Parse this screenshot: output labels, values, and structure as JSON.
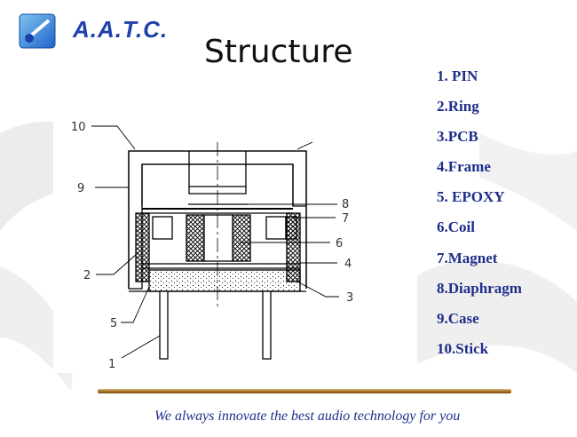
{
  "brand": {
    "name": "A.A.T.C."
  },
  "slide": {
    "title": "Structure"
  },
  "legend": [
    "1. PIN",
    "2.Ring",
    "3.PCB",
    "4.Frame",
    "5. EPOXY",
    "6.Coil",
    "7.Magnet",
    "8.Diaphragm",
    "9.Case",
    "10.Stick"
  ],
  "callouts": [
    "1",
    "2",
    "3",
    "4",
    "5",
    "6",
    "7",
    "8",
    "9",
    "10"
  ],
  "footer": {
    "tagline": "We always innovate the best audio technology for you"
  },
  "colors": {
    "brand_blue": "#1e3fae",
    "legend_navy": "#1f2f8a",
    "rule_gold": "#a9782c"
  },
  "icons": {
    "logo": "aatc-logo-icon"
  }
}
